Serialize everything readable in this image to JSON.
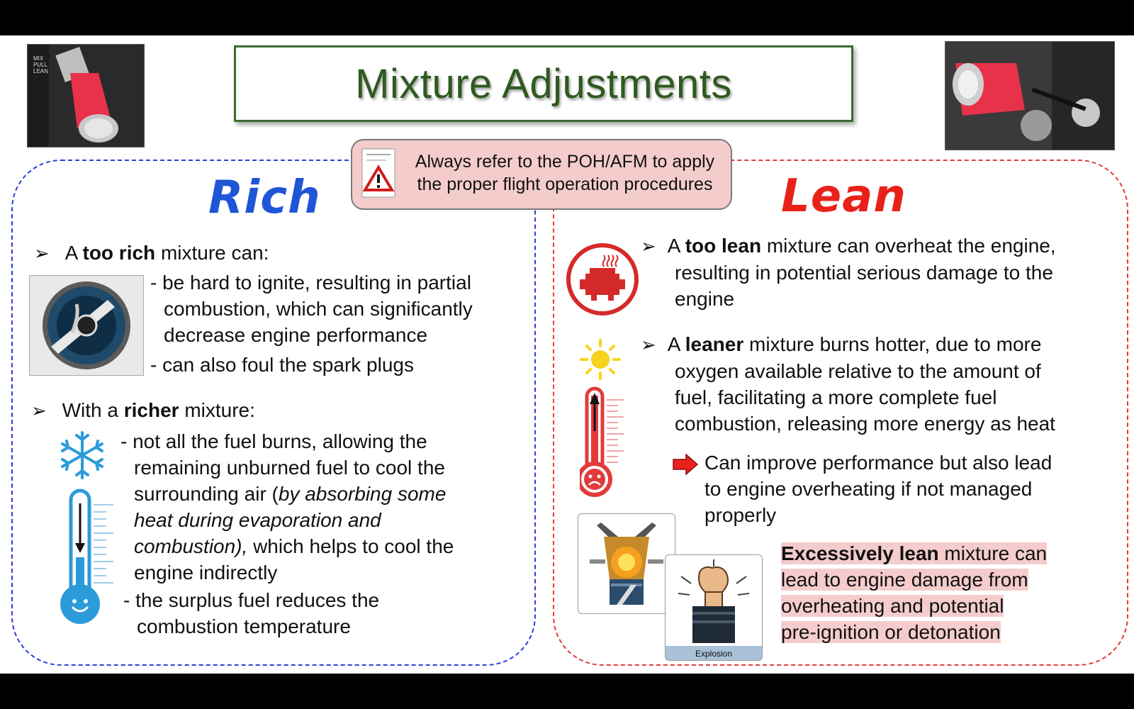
{
  "title": "Mixture Adjustments",
  "notice": {
    "line1": "Always refer to the POH/AFM to apply",
    "line2": "the proper flight operation procedures"
  },
  "rich": {
    "heading": "Rich",
    "b1_pre": "A ",
    "b1_bold": "too rich",
    "b1_post": " mixture can:",
    "sub1_l1": "- be hard to ignite, resulting in partial",
    "sub1_l2": "combustion, which can significantly",
    "sub1_l3": "decrease engine performance",
    "sub2": "- can also foul the spark plugs",
    "b2_pre": "With a ",
    "b2_bold": "richer",
    "b2_post": " mixture:",
    "sub3_l1": "- not all the fuel burns, allowing the",
    "sub3_l2": "remaining unburned fuel to cool the",
    "sub3_l3_pre": "surrounding air (",
    "sub3_l3_it": "by absorbing some",
    "sub3_l4_it": "heat during evaporation and",
    "sub3_l5_it": "combustion),",
    "sub3_l5_post": " which helps to cool the",
    "sub3_l6": "engine indirectly",
    "sub4_l1": "- the surplus fuel reduces the",
    "sub4_l2": "combustion temperature"
  },
  "lean": {
    "heading": "Lean",
    "b1_pre": "A ",
    "b1_bold": "too lean",
    "b1_post": " mixture can overheat the engine,",
    "b1_l2": "resulting in potential serious damage to the",
    "b1_l3": "engine",
    "b2_pre": "A ",
    "b2_bold": "leaner",
    "b2_post": " mixture burns hotter, due to more",
    "b2_l2": "oxygen available relative to the amount of",
    "b2_l3": "fuel, facilitating a more complete fuel",
    "b2_l4": "combustion, releasing more energy as heat",
    "arrow_l1": "Can improve performance but also lead",
    "arrow_l2": "to engine overheating if not managed",
    "arrow_l3": "properly",
    "warn_bold": "Excessively lean",
    "warn_post": " mixture can",
    "warn_l2": "lead to engine damage from",
    "warn_l3": "overheating and potential",
    "warn_l4": "pre-ignition or detonation",
    "explosion_label": "Explosion"
  },
  "bullet_glyph": "➢",
  "photo_left_label": {
    "l1": "MIX",
    "l2": "PULL",
    "l3": "LEAN"
  },
  "colors": {
    "rich": "#1f55d6",
    "lean": "#e8221b",
    "title": "#2f5a1f",
    "notice_bg": "#f4cccc"
  },
  "icons": [
    "mixture-knob-photo",
    "warning-icon",
    "spark-plug-icon",
    "snowflake-icon",
    "cold-thermometer-icon",
    "engine-heat-icon",
    "sun-icon",
    "hot-thermometer-icon",
    "red-arrow-icon",
    "detonation-icon",
    "explosion-icon"
  ]
}
